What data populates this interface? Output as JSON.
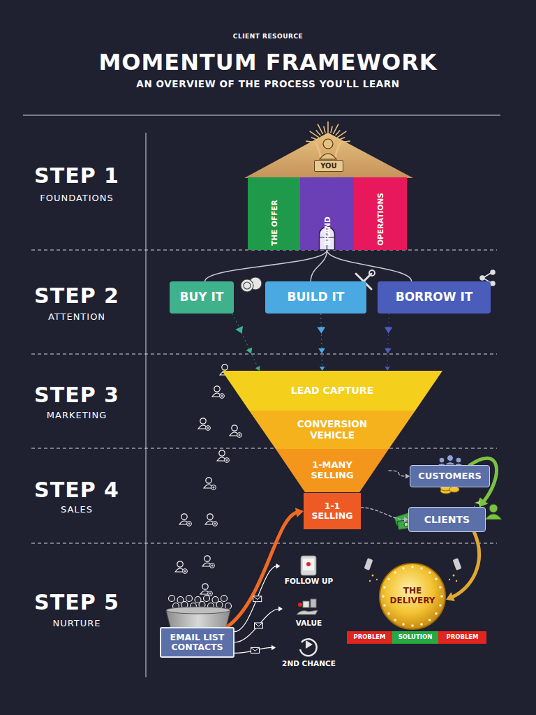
{
  "diagram": {
    "title": "MOMENTUM FRAMEWORK",
    "nodes": [
      {
        "text": [
          "YOU"
        ]
      },
      {
        "text": [
          "THE OFFER"
        ]
      },
      {
        "text": [
          "BRAND"
        ]
      },
      {
        "text": [
          "OPERATIONS"
        ]
      },
      {
        "text": [
          "BUY IT"
        ]
      },
      {
        "text": [
          "BUILD IT"
        ]
      },
      {
        "text": [
          "BORROW IT"
        ]
      },
      {
        "text": [
          "LEAD CAPTURE"
        ]
      },
      {
        "text": [
          "CONVERSION VEHICLE"
        ]
      },
      {
        "text": [
          "1-MANY SELLING"
        ]
      },
      {
        "text": [
          "1-1 SELLING"
        ]
      },
      {
        "text": [
          "CUSTOMERS"
        ]
      },
      {
        "text": [
          "CLIENTS"
        ]
      },
      {
        "text": [
          "EMAIL LIST CONTACTS"
        ]
      },
      {
        "text": [
          "THE DELIVERY"
        ]
      },
      {
        "text": [
          "PROBLEM"
        ]
      },
      {
        "text": [
          "SOLUTION"
        ]
      },
      {
        "text": [
          "PROBLEM"
        ]
      },
      {
        "text": [
          "FOLLOW UP"
        ]
      },
      {
        "text": [
          "VALUE"
        ]
      },
      {
        "text": [
          "2ND CHANCE"
        ]
      }
    ],
    "edges": [
      {
        "from": 2,
        "to": 4,
        "arrow": "none"
      },
      {
        "from": 2,
        "to": 5,
        "arrow": "none"
      },
      {
        "from": 2,
        "to": 6,
        "arrow": "none"
      },
      {
        "from": 4,
        "to": 7,
        "arrow": "to"
      },
      {
        "from": 5,
        "to": 7,
        "arrow": "to"
      },
      {
        "from": 6,
        "to": 7,
        "arrow": "to"
      },
      {
        "from": 9,
        "to": 11,
        "arrow": "to"
      },
      {
        "from": 10,
        "to": 12,
        "arrow": "to"
      },
      {
        "from": 11,
        "to": 12,
        "arrow": "to"
      },
      {
        "from": 12,
        "to": 14,
        "arrow": "to"
      },
      {
        "from": 13,
        "to": 10,
        "arrow": "to"
      },
      {
        "from": 13,
        "to": 18,
        "arrow": "to"
      },
      {
        "from": 13,
        "to": 19,
        "arrow": "to"
      },
      {
        "from": 13,
        "to": 20,
        "arrow": "to"
      }
    ],
    "labels": [
      "CLIENT RESOURCE",
      "AN OVERVIEW OF THE PROCESS YOU'LL LEARN",
      "STEP 1",
      "FOUNDATIONS",
      "STEP 2",
      "ATTENTION",
      "STEP 3",
      "MARKETING",
      "STEP 4",
      "SALES",
      "STEP 5",
      "NURTURE"
    ]
  }
}
